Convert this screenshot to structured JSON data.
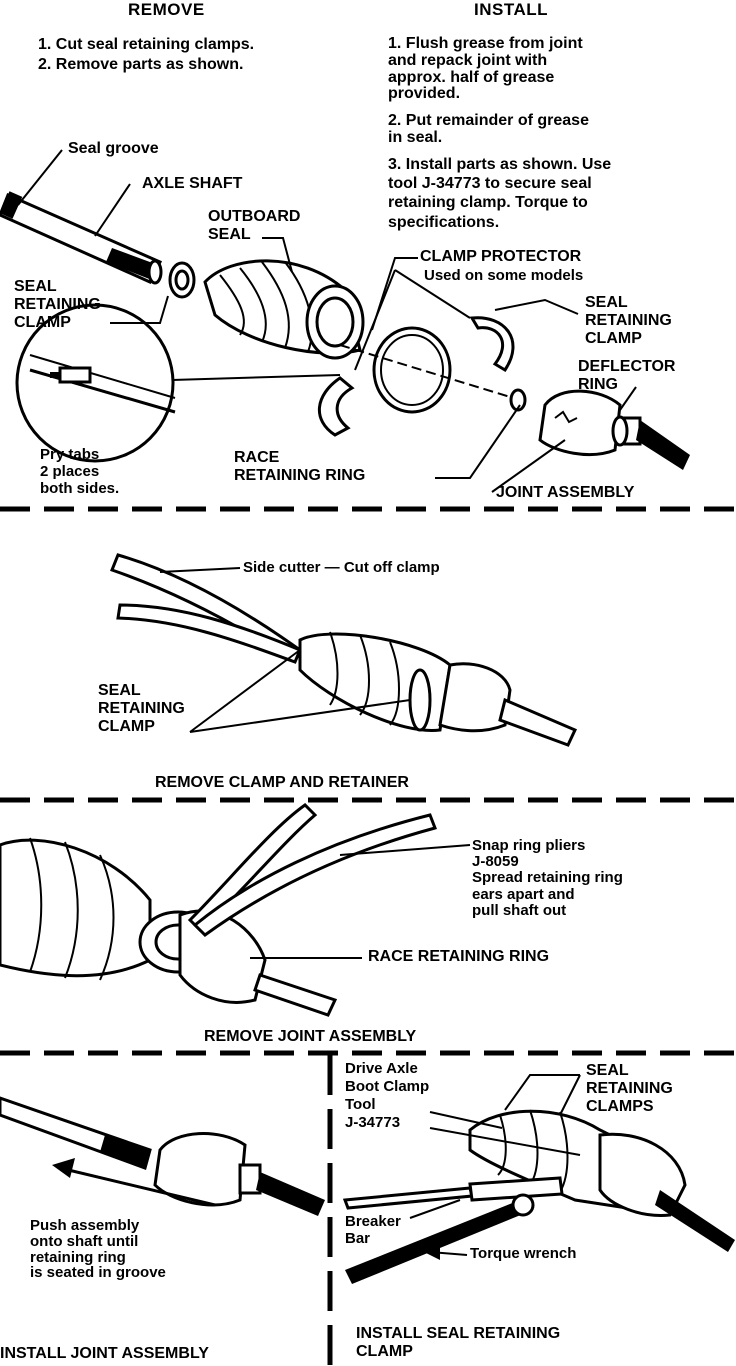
{
  "panel1": {
    "remove_heading": "REMOVE",
    "install_heading": "INSTALL",
    "remove_steps": [
      "1. Cut seal retaining clamps.",
      "2. Remove parts as shown."
    ],
    "install_steps": [
      "1. Flush grease from joint\nand repack joint with\napprox. half of grease\nprovided.",
      "2. Put remainder of grease\nin seal.",
      "3. Install parts as shown. Use\ntool J-34773 to secure seal\nretaining clamp. Torque to\nspecifications."
    ],
    "labels": {
      "seal_groove": "Seal groove",
      "axle_shaft": "AXLE SHAFT",
      "outboard_seal": "OUTBOARD\nSEAL",
      "clamp_protector": "CLAMP PROTECTOR",
      "clamp_protector_note": "Used on some models",
      "seal_retaining_clamp_left": "SEAL\nRETAINING\nCLAMP",
      "seal_retaining_clamp_right": "SEAL\nRETAINING\nCLAMP",
      "deflector_ring": "DEFLECTOR\nRING",
      "pry_tabs": "Pry tabs\n2 places\nboth sides.",
      "race_retaining_ring": "RACE\nRETAINING RING",
      "joint_assembly": "JOINT ASSEMBLY"
    }
  },
  "panel2": {
    "side_cutter": "Side cutter — Cut off clamp",
    "seal_retaining_clamp": "SEAL\nRETAINING\nCLAMP",
    "caption": "REMOVE CLAMP AND RETAINER"
  },
  "panel3": {
    "snap_ring_pliers": "Snap ring pliers\nJ-8059\nSpread retaining ring\nears apart and\npull shaft out",
    "race_retaining_ring": "RACE RETAINING RING",
    "caption": "REMOVE JOINT ASSEMBLY"
  },
  "panel4": {
    "push_assembly": "Push assembly\nonto shaft until\nretaining ring\nis seated in groove",
    "caption": "INSTALL JOINT ASSEMBLY"
  },
  "panel5": {
    "boot_clamp_tool": "Drive Axle\nBoot Clamp\nTool\nJ-34773",
    "seal_retaining_clamps": "SEAL\nRETAINING\nCLAMPS",
    "breaker_bar": "Breaker\nBar",
    "torque_wrench": "Torque wrench",
    "caption": "INSTALL SEAL RETAINING\nCLAMP"
  }
}
